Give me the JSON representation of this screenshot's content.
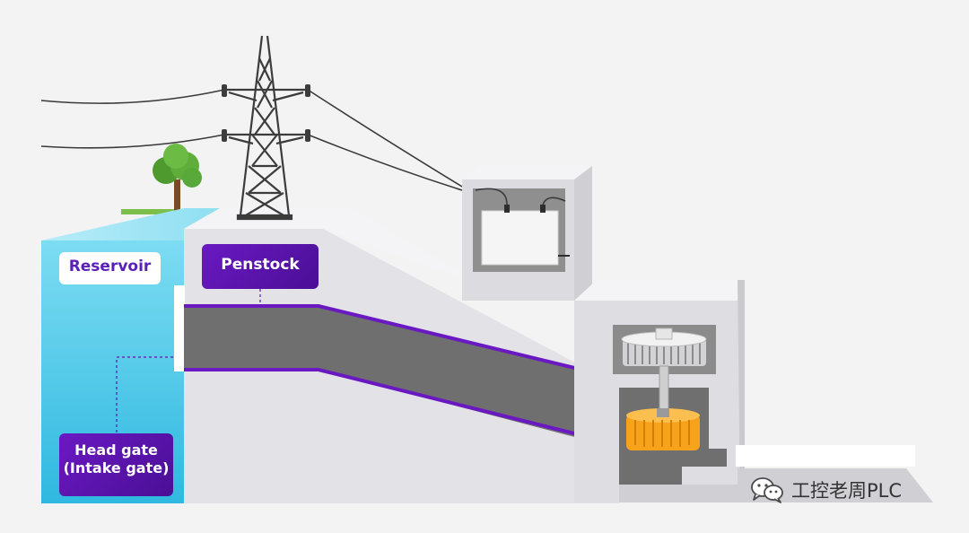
{
  "labels": {
    "reservoir": "Reservoir",
    "penstock": "Penstock",
    "head_gate_line1": "Head gate",
    "head_gate_line2": "(Intake gate)"
  },
  "watermark": {
    "text": "工控老周PLC",
    "icon": "wechat-icon"
  },
  "colors": {
    "water": "#4cc6e6",
    "concrete": "#e3e3e7",
    "penstock_pipe": "#6f6f6f",
    "penstock_edge": "#6a19c2",
    "label_purple": "#5a14b0",
    "turbine": "#f7a21b",
    "generator": "#c9c9cc",
    "tree": "#58a83a"
  }
}
